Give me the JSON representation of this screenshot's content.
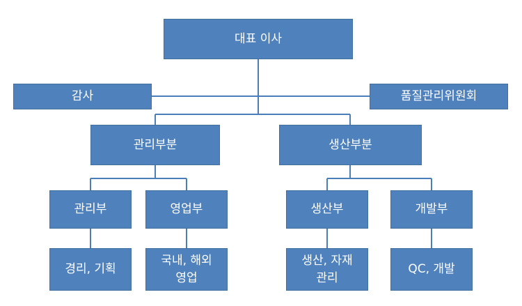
{
  "org_chart": {
    "ceo": "대표 이사",
    "audit": "감사",
    "quality_committee": "품질관리위원회",
    "divisions": [
      {
        "label": "관리부분",
        "departments": [
          {
            "label": "관리부",
            "duty": "경리, 기획"
          },
          {
            "label": "영업부",
            "duty": "국내, 해외\n영업"
          }
        ]
      },
      {
        "label": "생산부분",
        "departments": [
          {
            "label": "생산부",
            "duty": "생산, 자재\n관리"
          },
          {
            "label": "개발부",
            "duty": "QC, 개발"
          }
        ]
      }
    ],
    "colors": {
      "box_fill": "#4f81bd",
      "box_border": "#41709c",
      "line": "#4a7ebb",
      "text": "#ffffff"
    }
  }
}
